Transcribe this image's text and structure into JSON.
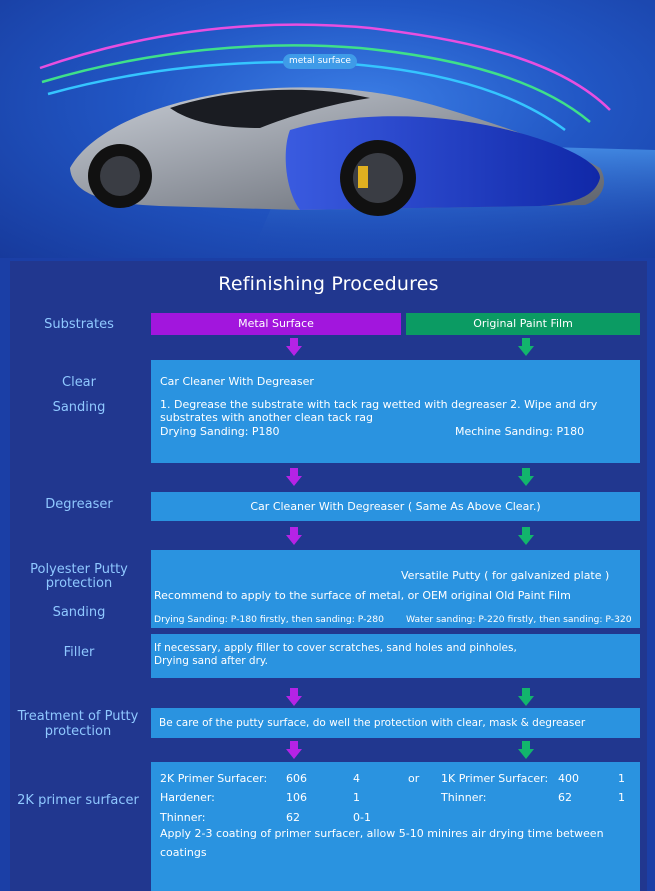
{
  "hero": {
    "tag": "metal surface",
    "colors": {
      "bg_light": "#3b7ee6",
      "bg_dark": "#173a9c",
      "line_magenta": "#e84fe0",
      "line_green": "#3fe08a",
      "line_cyan": "#35c5ff",
      "car_blue": "#1f3fd0",
      "car_grey": "#8a8f99"
    }
  },
  "title": "Refinishing Procedures",
  "labels": {
    "substrates": "Substrates",
    "clear": "Clear",
    "sanding1": "Sanding",
    "degreaser": "Degreaser",
    "putty": "Polyester Putty",
    "protection1": "protection",
    "sanding2": "Sanding",
    "filler": "Filler",
    "treatment": "Treatment of Putty",
    "protection2": "protection",
    "primer": "2K primer surfacer"
  },
  "headers": {
    "metal": "Metal Surface",
    "original": "Original Paint Film"
  },
  "clear_box": {
    "heading": "Car Cleaner With Degreaser",
    "line1": "1. Degrease the substrate with tack rag wetted with degreaser   2. Wipe and dry",
    "line2": "substrates with another clean tack rag",
    "drying": "Drying Sanding: P180",
    "machine": "Mechine Sanding: P180"
  },
  "degreaser_box": "Car Cleaner With Degreaser ( Same As Above Clear.)",
  "putty_box": {
    "versatile": "Versatile Putty ( for galvanized plate )",
    "recommend": "Recommend to apply to the surface of metal, or OEM original Old Paint Film",
    "drying": "Drying Sanding: P-180 firstly, then sanding: P-280",
    "water": "Water sanding: P-220 firstly, then sanding: P-320"
  },
  "filler_box": {
    "line1": "If necessary, apply filler to cover scratches, sand holes and pinholes,",
    "line2": "Drying sand after dry."
  },
  "treatment_box": "Be care of the putty surface, do well the protection with clear, mask & degreaser",
  "primer_box": {
    "r1": {
      "name": "2K Primer Surfacer:",
      "v1": "606",
      "v2": "4",
      "or": "or",
      "name2": "1K Primer Surfacer:",
      "v3": "400",
      "v4": "1"
    },
    "r2": {
      "name": "Hardener:",
      "v1": "106",
      "v2": "1",
      "name2": "Thinner:",
      "v3": "62",
      "v4": "1"
    },
    "r3": {
      "name": "Thinner:",
      "v1": "62",
      "v2": "0-1"
    },
    "note1": "Apply 2-3 coating of primer surfacer, allow 5-10 minires air drying time between",
    "note2": "coatings"
  },
  "colors": {
    "metal": "#a216dd",
    "original": "#0b9b63",
    "box": "#2a93e0",
    "label": "#8fc8ff",
    "panel": "#21378f"
  }
}
